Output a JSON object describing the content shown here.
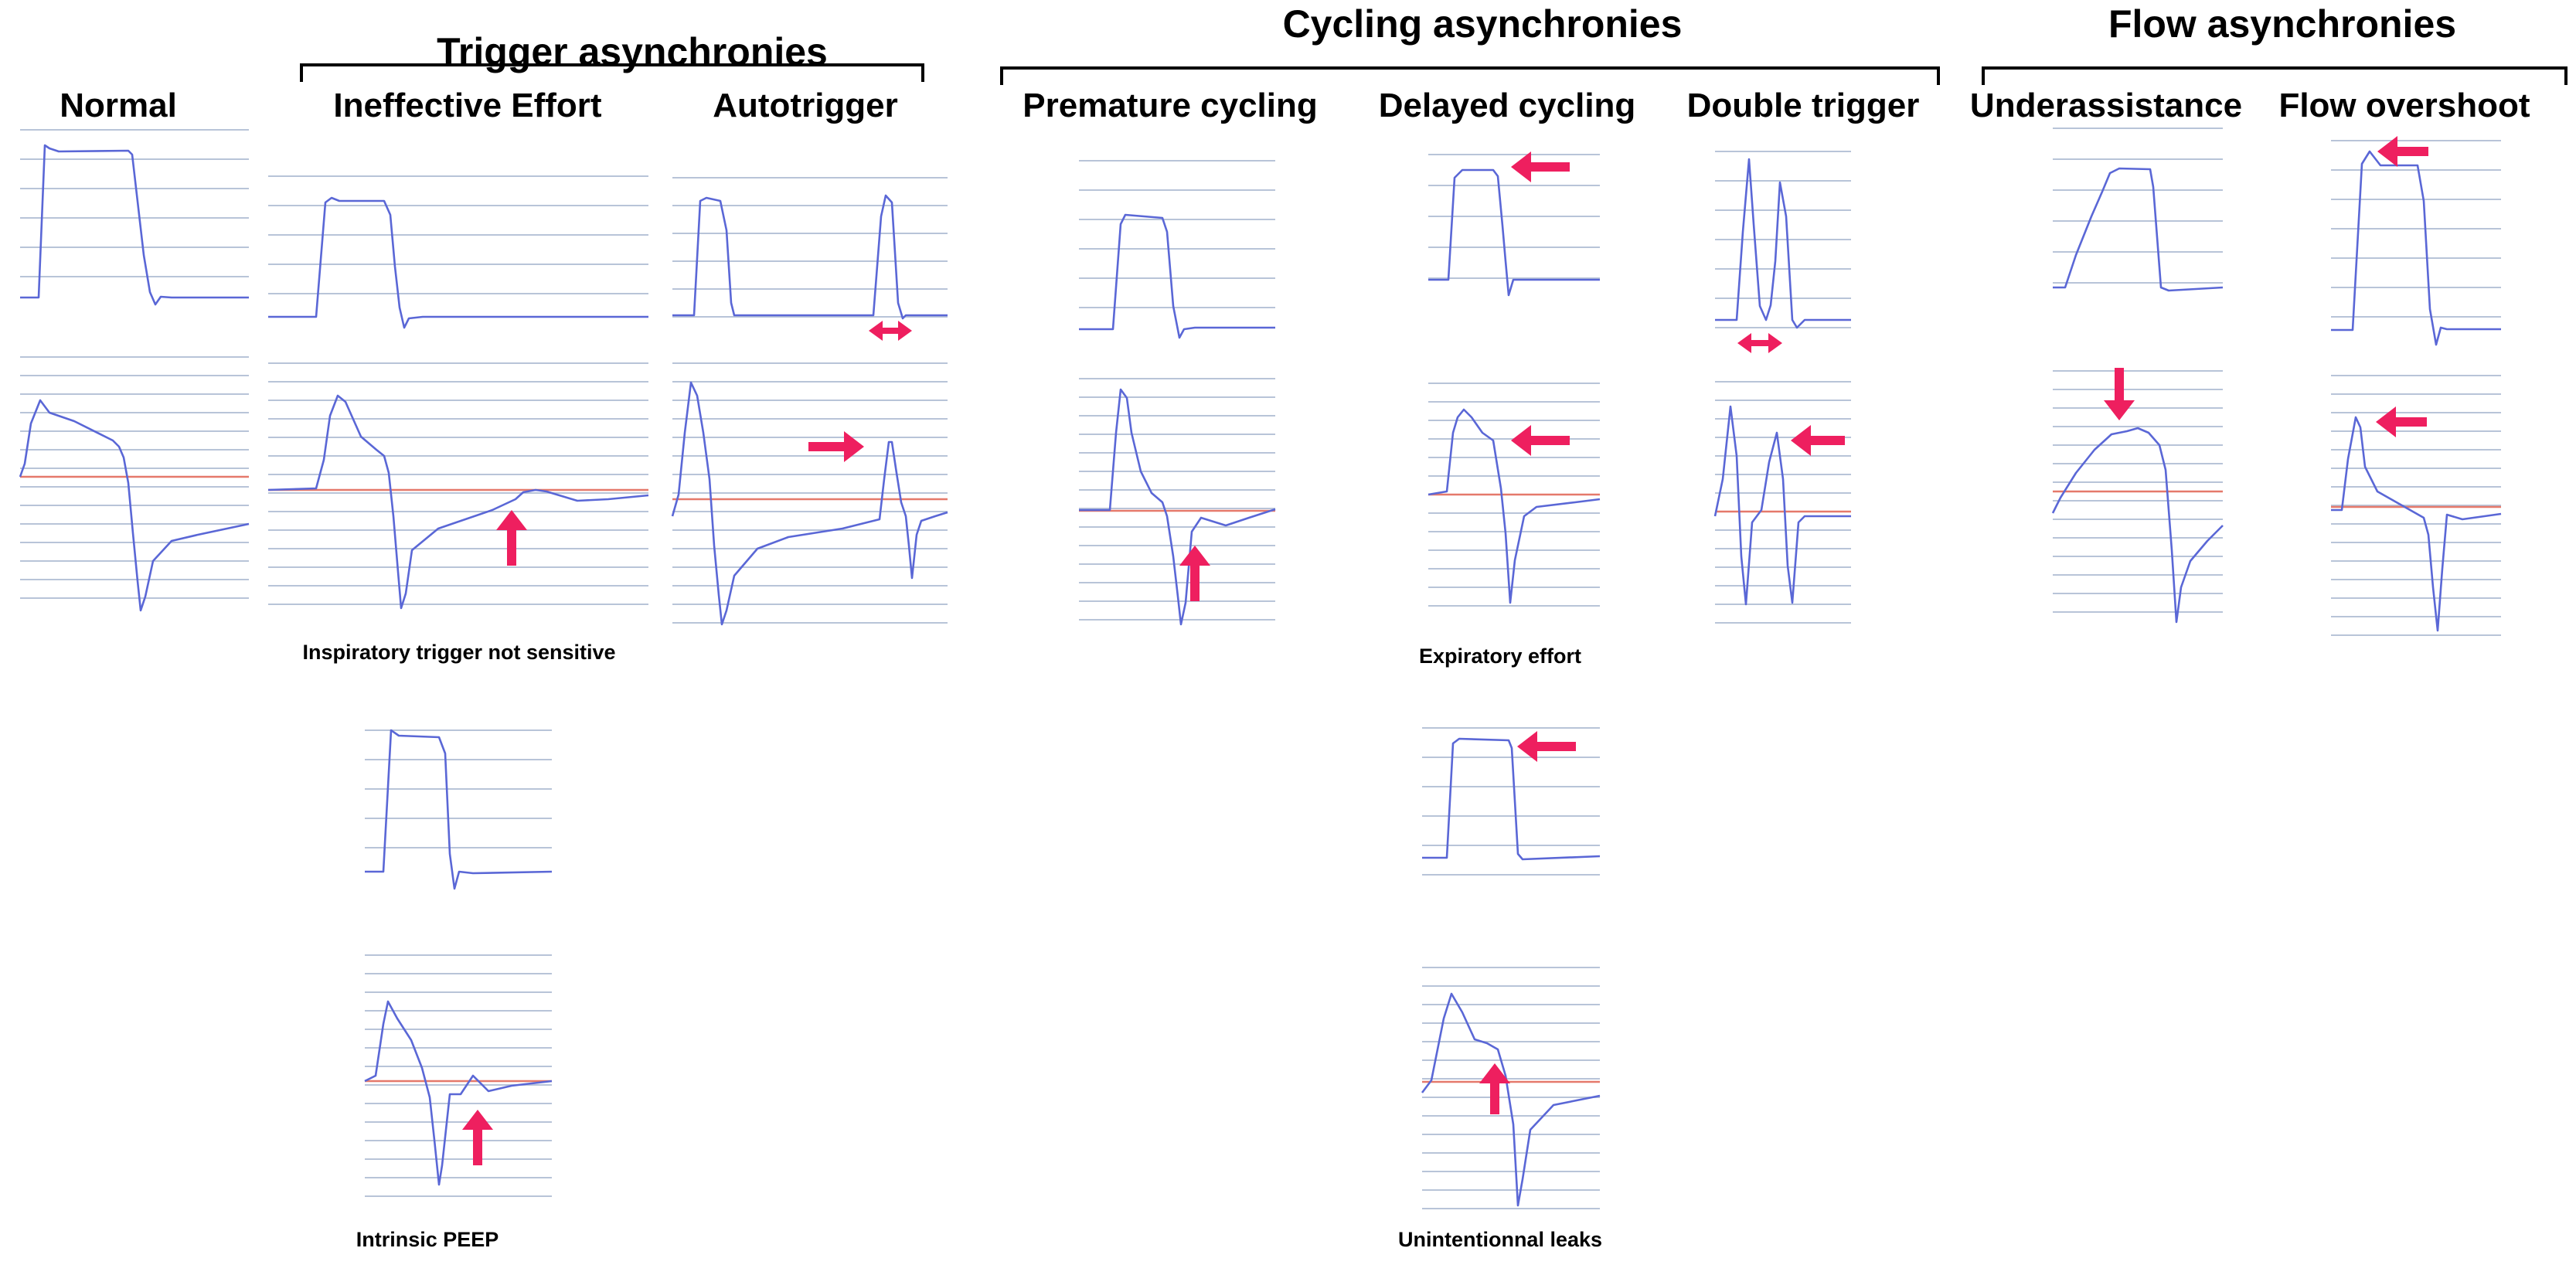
{
  "colors": {
    "trace": "#5a67d6",
    "grid": "#b8c4d8",
    "baseline": "#e5796b",
    "arrow": "#ee1f5f",
    "text": "#000000",
    "bracket": "#000000"
  },
  "groups": [
    {
      "id": "trigger",
      "title": "Trigger asynchronies"
    },
    {
      "id": "cycling",
      "title": "Cycling asynchronies"
    },
    {
      "id": "flow",
      "title": "Flow asynchronies"
    }
  ],
  "columns": [
    {
      "id": "normal",
      "title": "Normal"
    },
    {
      "id": "ineffective",
      "title": "Ineffective Effort"
    },
    {
      "id": "autotrigger",
      "title": "Autotrigger"
    },
    {
      "id": "premature",
      "title": "Premature cycling"
    },
    {
      "id": "delayed",
      "title": "Delayed cycling"
    },
    {
      "id": "double",
      "title": "Double trigger"
    },
    {
      "id": "underassist",
      "title": "Underassistance"
    },
    {
      "id": "overshoot",
      "title": "Flow overshoot"
    }
  ],
  "captions": {
    "ineffective_1": "Inspiratory trigger not sensitive",
    "ineffective_2": "Intrinsic PEEP",
    "delayed_1": "Expiratory effort",
    "delayed_2": "Unintentionnal leaks"
  },
  "arrow_icons": [
    {
      "panel": "ineffective-1-flow",
      "icon": "arrow-up-icon"
    },
    {
      "panel": "ineffective-2-flow",
      "icon": "arrow-up-icon"
    },
    {
      "panel": "autotrigger-pressure",
      "icon": "double-arrow-horizontal-icon"
    },
    {
      "panel": "autotrigger-flow",
      "icon": "arrow-right-icon"
    },
    {
      "panel": "premature-flow",
      "icon": "arrow-up-icon"
    },
    {
      "panel": "delayed-1-pressure",
      "icon": "arrow-left-icon"
    },
    {
      "panel": "delayed-1-flow",
      "icon": "arrow-left-icon"
    },
    {
      "panel": "delayed-2-pressure",
      "icon": "arrow-left-icon"
    },
    {
      "panel": "delayed-2-flow",
      "icon": "arrow-up-icon"
    },
    {
      "panel": "double-pressure",
      "icon": "double-arrow-horizontal-icon"
    },
    {
      "panel": "double-flow",
      "icon": "arrow-left-icon"
    },
    {
      "panel": "underassist-flow",
      "icon": "arrow-down-icon"
    },
    {
      "panel": "overshoot-pressure",
      "icon": "arrow-left-icon"
    },
    {
      "panel": "overshoot-flow",
      "icon": "arrow-left-icon"
    }
  ]
}
